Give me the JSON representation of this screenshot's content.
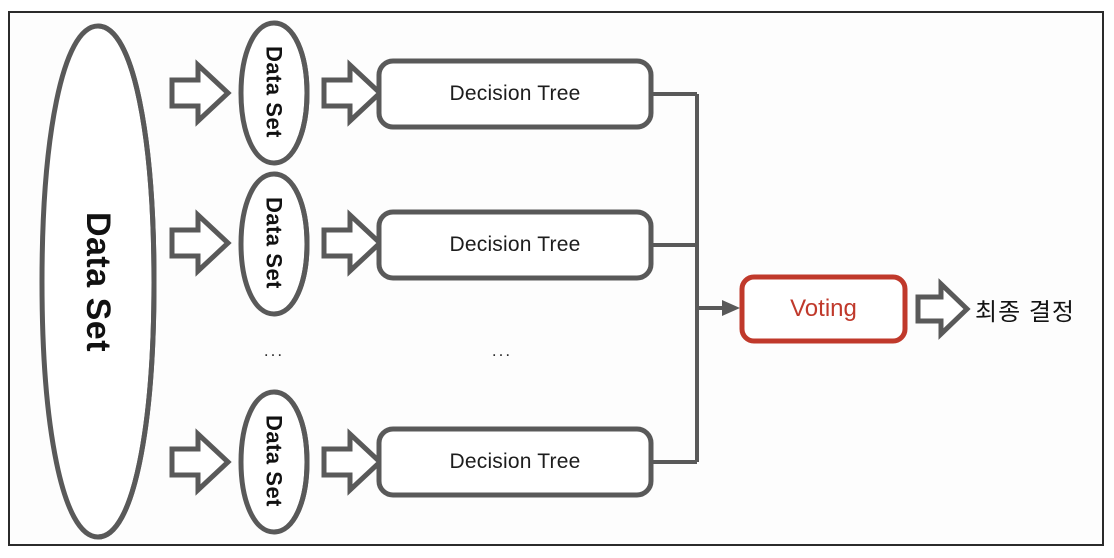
{
  "diagram": {
    "title": "Random Forest ensemble diagram",
    "background_color": "#fdfdfd",
    "frame_color": "#2b2b2b",
    "stroke_color": "#595959",
    "accent_color": "#c0392b",
    "text_color": "#141414"
  },
  "source": {
    "label": "Data Set",
    "shape": "cylinder-database"
  },
  "subsets": [
    {
      "label": "Data Set",
      "shape": "cylinder-database"
    },
    {
      "label": "Data Set",
      "shape": "cylinder-database"
    },
    {
      "label": "Data Set",
      "shape": "cylinder-database"
    }
  ],
  "models": [
    {
      "label": "Decision Tree"
    },
    {
      "label": "Decision Tree"
    },
    {
      "label": "Decision Tree"
    }
  ],
  "ellipses": [
    {
      "label": "...",
      "column": "subsets"
    },
    {
      "label": "...",
      "column": "models"
    }
  ],
  "aggregator": {
    "label": "Voting",
    "border_color": "#c0392b",
    "text_color": "#c0392b"
  },
  "output": {
    "label": "최종 결정"
  },
  "arrows": {
    "block_arrow_name": "block-arrow-right",
    "line_arrow_name": "line-arrow-right",
    "count_block": 7
  }
}
